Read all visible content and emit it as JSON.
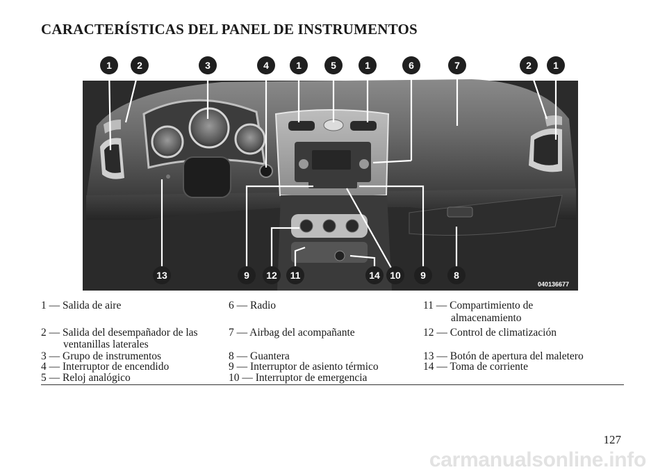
{
  "page": {
    "title": "CARACTERÍSTICAS DEL PANEL DE INSTRUMENTOS",
    "page_number": "127",
    "watermark": "carmanualsonline.info"
  },
  "figure": {
    "image_code": "040136677",
    "callouts_top": [
      "1",
      "2",
      "3",
      "4",
      "1",
      "5",
      "1",
      "6",
      "7",
      "2",
      "1"
    ],
    "callouts_bottom": [
      "13",
      "9",
      "12",
      "11",
      "14",
      "10",
      "9",
      "8"
    ]
  },
  "legend": {
    "col1": [
      "1 — Salida de aire",
      "2 — Salida del desempañador de las",
      "ventanillas laterales",
      "3 — Grupo de instrumentos",
      "4 — Interruptor de encendido",
      "5 — Reloj analógico"
    ],
    "col2": [
      "6 — Radio",
      "7 — Airbag del acompañante",
      "8 — Guantera",
      "9 — Interruptor de asiento térmico",
      "10 — Interruptor de emergencia"
    ],
    "col3": [
      "11 — Compartimiento de",
      "almacenamiento",
      "12 — Control de climatización",
      "13 — Botón de apertura del maletero",
      "14 — Toma de corriente"
    ]
  }
}
